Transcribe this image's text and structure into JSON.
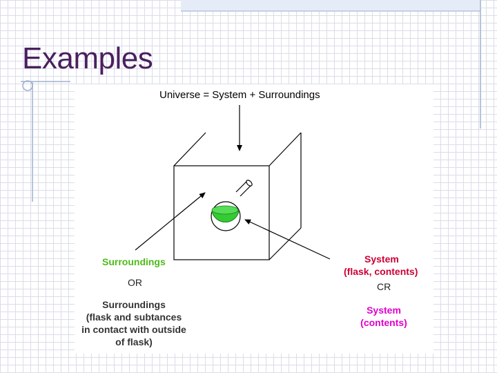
{
  "slide": {
    "title": "Examples"
  },
  "figure": {
    "heading": "Universe = System + Surroundings",
    "left_label": "Surroundings",
    "right_label": {
      "line1": "System",
      "line2": "(flask, contents)"
    },
    "or_left": "OR",
    "or_right": "CR",
    "left_alt": {
      "line1": "Surroundings",
      "line2": "(flask and subtances",
      "line3": "in contact with outside",
      "line4": "of flask)"
    },
    "right_alt": {
      "line1": "System",
      "line2": "(contents)"
    },
    "colors": {
      "surroundings": "#4cbb17",
      "system": "#cc0033",
      "system_alt": "#e000cc",
      "flask_fill": "#33cc33",
      "title": "#4b1f5f"
    }
  }
}
